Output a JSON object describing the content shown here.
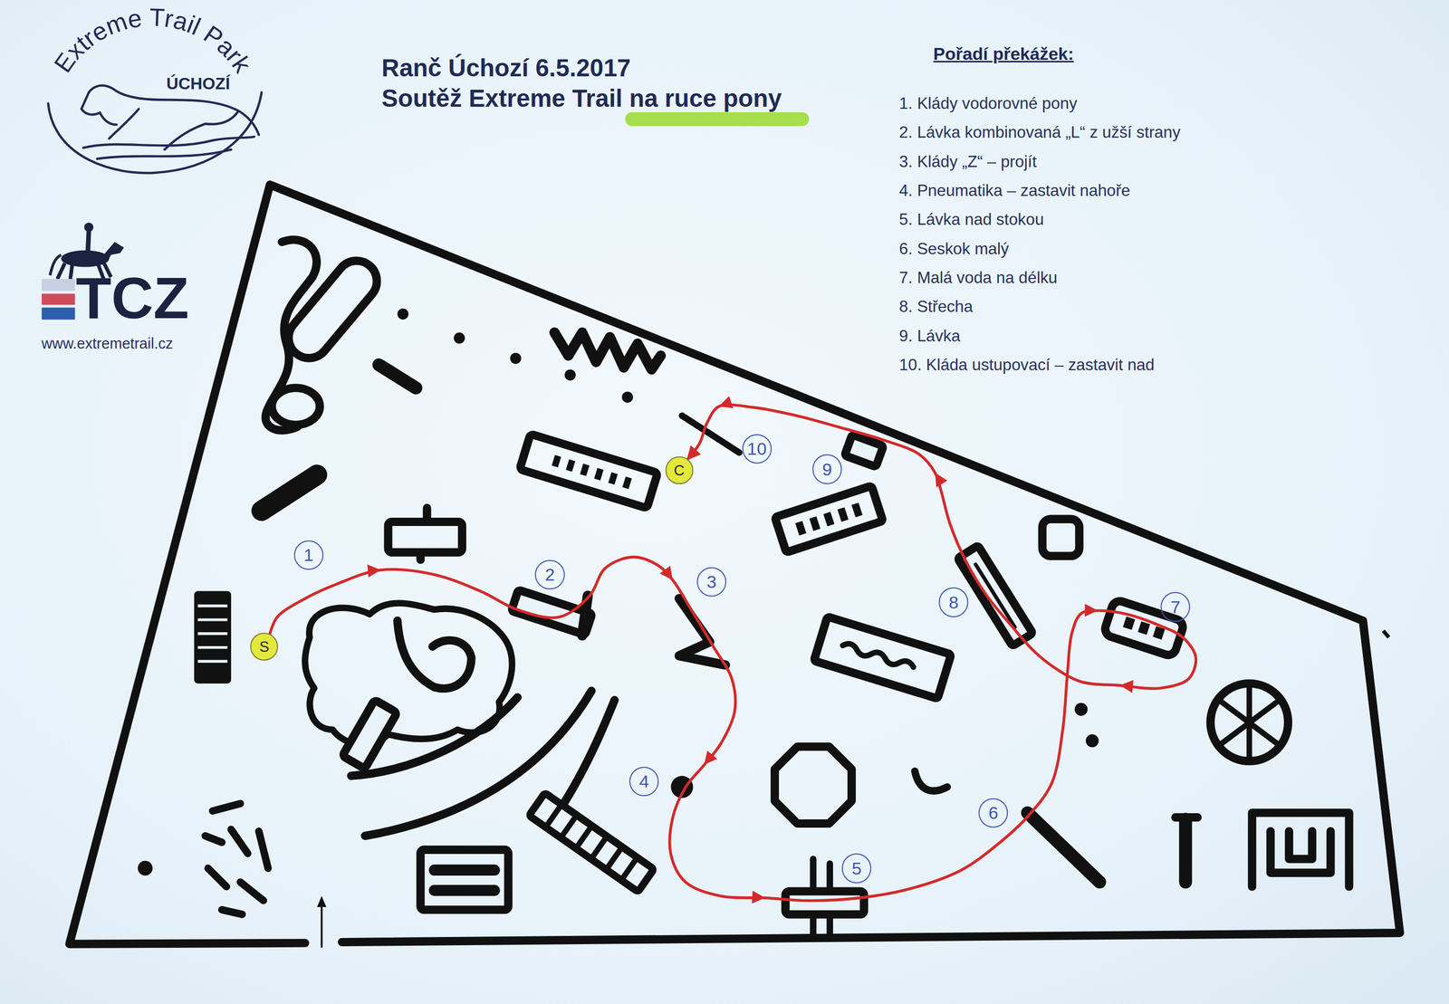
{
  "diagram": {
    "title": "Ranč Úchozí 6.5.2017",
    "nodes": [
      {
        "text": [
          "S"
        ]
      },
      {
        "text": [
          "1"
        ]
      },
      {
        "text": [
          "2"
        ]
      },
      {
        "text": [
          "3"
        ]
      },
      {
        "text": [
          "4"
        ]
      },
      {
        "text": [
          "5"
        ]
      },
      {
        "text": [
          "6"
        ]
      },
      {
        "text": [
          "7"
        ]
      },
      {
        "text": [
          "8"
        ]
      },
      {
        "text": [
          "9"
        ]
      },
      {
        "text": [
          "10"
        ]
      },
      {
        "text": [
          "C"
        ]
      }
    ],
    "edges": [
      {
        "from": 0,
        "to": 11,
        "arrow": "to"
      }
    ],
    "labels": [
      "Extreme Trail Park",
      "ÚCHOZÍ",
      "TCZ",
      "www.extremetrail.cz",
      "Soutěž Extreme Trail na ruce pony",
      "Pořadí překážek:",
      "1. Klády vodorovné pony",
      "2. Lávka kombinovaná „L“ z užší strany",
      "3. Klády „Z“ – projít",
      "4. Pneumatika – zastavit nahoře",
      "5. Lávka nad stokou",
      "6. Seskok malý",
      "7. Malá voda na délku",
      "8. Střecha",
      "9. Lávka",
      "10. Kláda ustupovací – zastavit nad"
    ]
  }
}
